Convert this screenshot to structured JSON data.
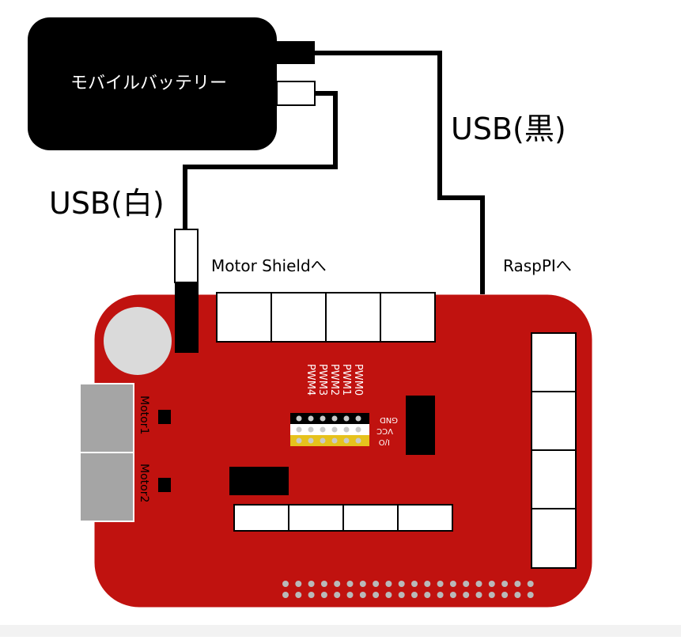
{
  "battery": {
    "label": "モバイルバッテリー"
  },
  "cables": {
    "black": {
      "label": "USB(黒)",
      "destination": "RaspPIへ"
    },
    "white": {
      "label": "USB(白)",
      "destination": "Motor Shieldへ"
    }
  },
  "board": {
    "motor_labels": [
      "Motor1",
      "Motor2"
    ],
    "pwm_labels": [
      "PWM0",
      "PWM1",
      "PWM2",
      "PWM3",
      "PWM4"
    ],
    "power_labels": [
      "GND",
      "VCC",
      "I/O"
    ]
  },
  "colors": {
    "board": "#c0120f",
    "battery": "#000000",
    "cable": "#000000",
    "connector_gray": "#a5a5a5",
    "coin": "#dadada",
    "header_yellow": "#e6c21d",
    "pin_dot": "#c9c9c9"
  }
}
